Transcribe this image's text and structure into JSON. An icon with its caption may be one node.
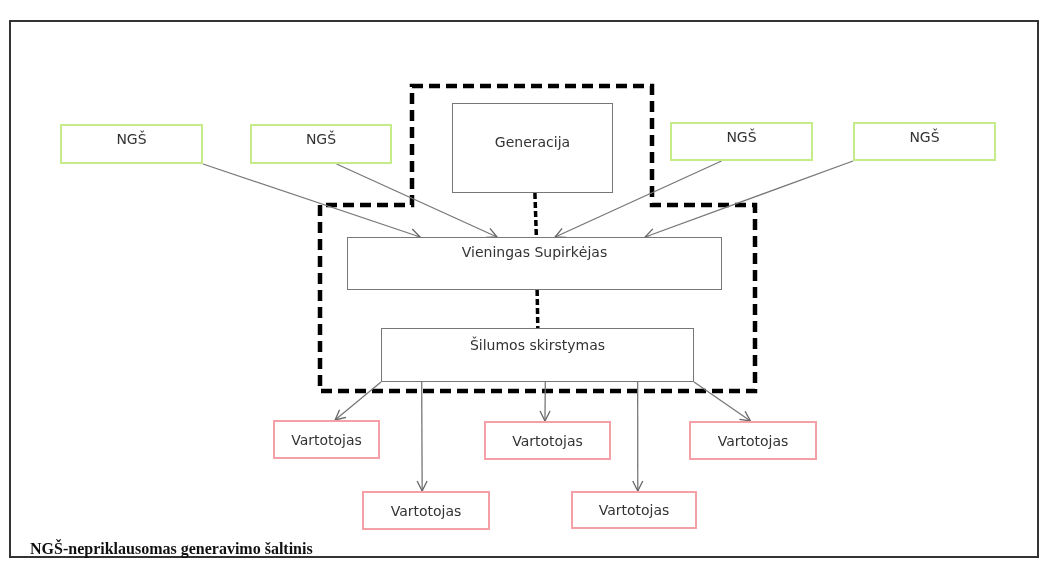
{
  "diagram": {
    "nodes": [
      {
        "text": [
          "NGŠ"
        ]
      },
      {
        "text": [
          "NGŠ"
        ]
      },
      {
        "text": [
          "Generacija"
        ]
      },
      {
        "text": [
          "NGŠ"
        ]
      },
      {
        "text": [
          "NGŠ"
        ]
      },
      {
        "text": [
          "Vieningas Supirkėjas"
        ]
      },
      {
        "text": [
          "Šilumos skirstymas"
        ]
      },
      {
        "text": [
          "Vartotojas"
        ]
      },
      {
        "text": [
          "Vartotojas"
        ]
      },
      {
        "text": [
          "Vartotojas"
        ]
      },
      {
        "text": [
          "Vartotojas"
        ]
      },
      {
        "text": [
          "Vartotojas"
        ]
      }
    ],
    "edges": [
      {
        "from": 0,
        "to": 5,
        "arrow": "to"
      },
      {
        "from": 1,
        "to": 5,
        "arrow": "to"
      },
      {
        "from": 3,
        "to": 5,
        "arrow": "to"
      },
      {
        "from": 4,
        "to": 5,
        "arrow": "to"
      },
      {
        "from": 2,
        "to": 5,
        "arrow": "none",
        "style": "dashed",
        "color": "#000000"
      },
      {
        "from": 5,
        "to": 6,
        "arrow": "none",
        "style": "dashed",
        "color": "#000000"
      },
      {
        "from": 6,
        "to": 7,
        "arrow": "to"
      },
      {
        "from": 6,
        "to": 8,
        "arrow": "to"
      },
      {
        "from": 6,
        "to": 9,
        "arrow": "to"
      },
      {
        "from": 6,
        "to": 10,
        "arrow": "to"
      },
      {
        "from": 6,
        "to": 11,
        "arrow": "to"
      }
    ],
    "labels": [
      "NGŠ-nepriklausomas generavimo šaltinis"
    ]
  }
}
